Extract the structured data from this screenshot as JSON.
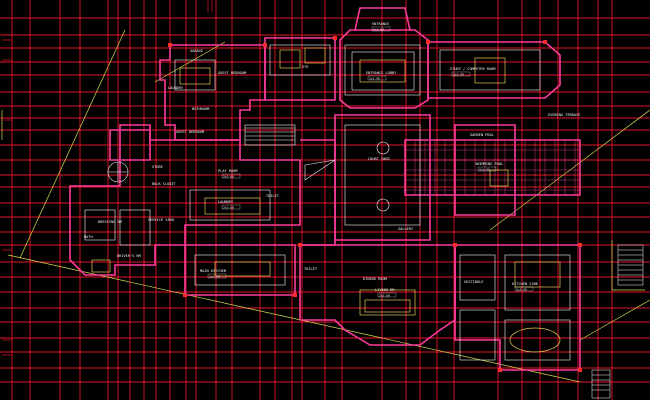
{
  "drawing": {
    "background": "#000000",
    "colors": {
      "grid": "#e4152b",
      "wall": "#ff3b9a",
      "detail": "#f6f6f6",
      "furniture": "#e7c84e",
      "site_line": "#d9d94a",
      "columns": "#ff2b2b"
    }
  },
  "labels": {
    "entrance": "ENTRANCE",
    "garage": "GARAGE",
    "guest_bedroom": "GUEST BEDROOM",
    "ste": "STE",
    "entrance_lobby": "ENTRANCE LOBBY",
    "study": "STUDY / COMPUTER ROOM",
    "laundry_top": "LAUNDRY",
    "bathroom": "BATHROOM",
    "guest_bedroom_2": "GUEST BEDROOM",
    "evening_terrace": "EVENING TERRACE",
    "garden_pool": "GARDEN POOL",
    "court_yard": "COURT YARD",
    "swimming_pool": "SWIMMING POOL",
    "store": "STORE",
    "play_room": "PLAY ROOM",
    "bulk_closet": "BULK CLOSET",
    "laundry": "LAUNDRY",
    "toilet_1": "TOILET",
    "dressing_rm": "DRESSING RM",
    "service_yard": "SERVICE YARD",
    "gallery": "GALLERY",
    "bath": "BATH",
    "drivers_rm": "DRIVER'S RM",
    "main_kitchen": "MAIN KITCHEN",
    "toilet_2": "TOILET",
    "dining_room": "DINING ROOM",
    "vestibule": "VESTIBULE",
    "living_rm": "LIVING RM",
    "kitchen_sink": "KITCHEN SINK",
    "tag": "2x3.60"
  }
}
